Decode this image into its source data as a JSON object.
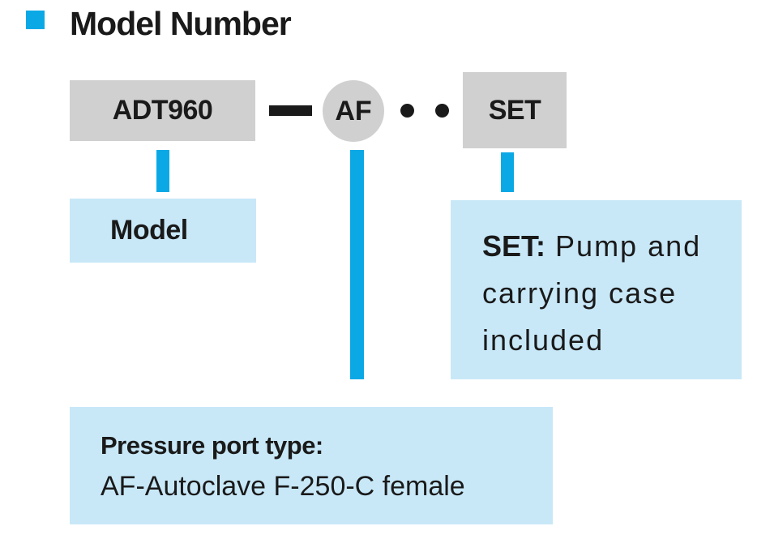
{
  "header": {
    "title": "Model Number"
  },
  "code_row": {
    "model_code": "ADT960",
    "port_code": "AF",
    "option_code": "SET"
  },
  "descriptions": {
    "model": {
      "text": "Model"
    },
    "option": {
      "label": "SET:",
      "text": "Pump and carrying case included"
    },
    "port": {
      "heading": "Pressure port type:",
      "value": "AF-Autoclave F-250-C female"
    }
  },
  "colors": {
    "accent": "#0aa9e6",
    "code_box": "#d0d0d0",
    "description_box": "#c8e8f8",
    "text": "#1a1a1a"
  }
}
